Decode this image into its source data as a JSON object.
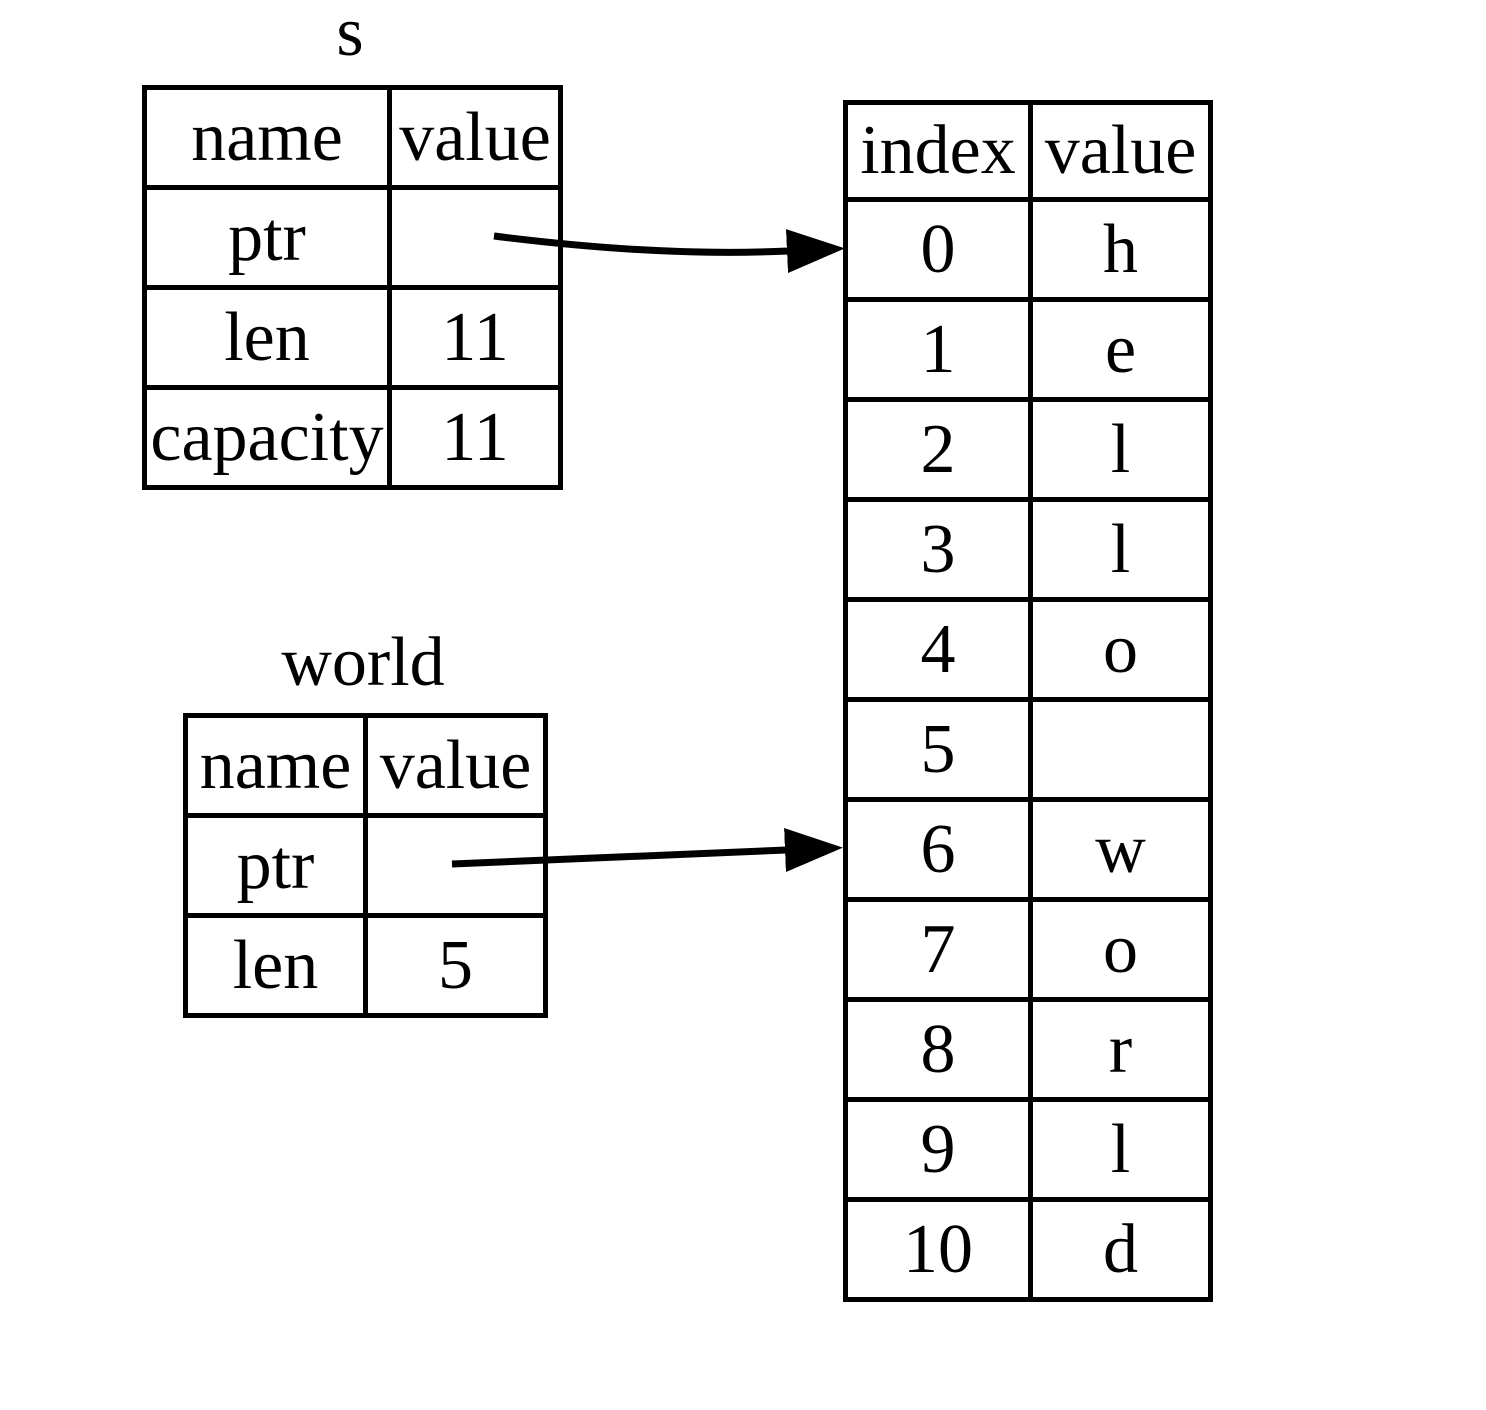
{
  "colors": {
    "line": "#000000",
    "background": "#ffffff"
  },
  "s_table": {
    "title": "s",
    "headers": [
      "name",
      "value"
    ],
    "rows": [
      {
        "name": "ptr",
        "value": ""
      },
      {
        "name": "len",
        "value": "11"
      },
      {
        "name": "capacity",
        "value": "11"
      }
    ]
  },
  "world_table": {
    "title": "world",
    "headers": [
      "name",
      "value"
    ],
    "rows": [
      {
        "name": "ptr",
        "value": ""
      },
      {
        "name": "len",
        "value": "5"
      }
    ]
  },
  "memory_table": {
    "headers": [
      "index",
      "value"
    ],
    "rows": [
      {
        "index": "0",
        "value": "h"
      },
      {
        "index": "1",
        "value": "e"
      },
      {
        "index": "2",
        "value": "l"
      },
      {
        "index": "3",
        "value": "l"
      },
      {
        "index": "4",
        "value": "o"
      },
      {
        "index": "5",
        "value": ""
      },
      {
        "index": "6",
        "value": "w"
      },
      {
        "index": "7",
        "value": "o"
      },
      {
        "index": "8",
        "value": "r"
      },
      {
        "index": "9",
        "value": "l"
      },
      {
        "index": "10",
        "value": "d"
      }
    ]
  },
  "arrows": [
    {
      "from": "s.ptr",
      "to": "memory index 0"
    },
    {
      "from": "world.ptr",
      "to": "memory index 6"
    }
  ]
}
